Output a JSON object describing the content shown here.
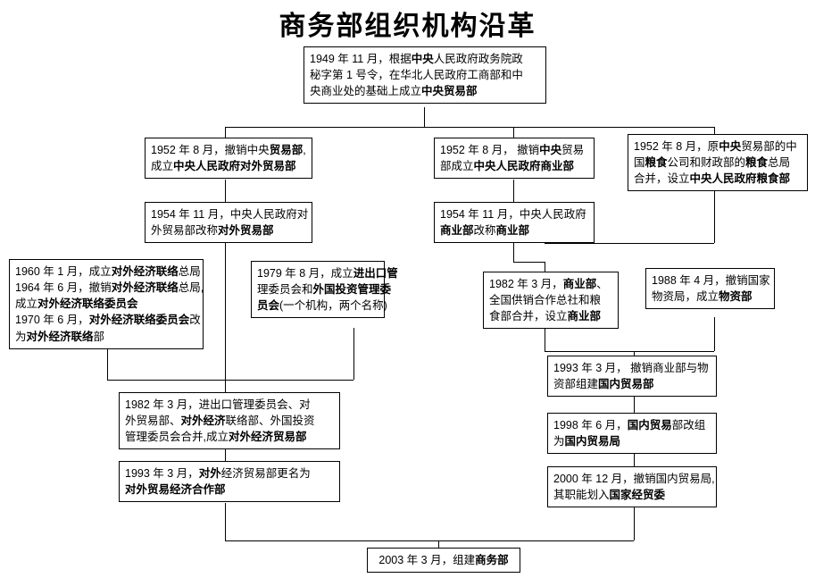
{
  "title": "商务部组织机构沿革",
  "nodes": {
    "n1949": {
      "lines": [
        "1949 年 11 月，根据中央人民政府政务院政",
        "秘字第 1 号令，在华北人民政府工商部和中",
        "央商业处的基础上成立中央贸易部"
      ],
      "bold_terms": [
        "中央贸易部"
      ]
    },
    "n1952_foreign": {
      "lines": [
        "1952 年 8 月，撤销中央贸易部,",
        "成立中央人民政府对外贸易部"
      ],
      "bold_terms": [
        "中央人民政府对外贸易部"
      ]
    },
    "n1954_foreign": {
      "lines": [
        "1954 年 11 月，中央人民政府对",
        "外贸易部改称对外贸易部"
      ],
      "bold_terms": [
        "对外贸易部"
      ]
    },
    "n1952_commerce": {
      "lines": [
        "1952 年 8 月， 撤销中央贸易",
        "部成立中央人民政府商业部"
      ],
      "bold_terms": [
        "中央人民政府商业部"
      ]
    },
    "n1954_commerce": {
      "lines": [
        "1954 年 11 月，中央人民政府",
        "商业部改称商业部"
      ],
      "bold_terms": [
        "商业部"
      ]
    },
    "n1952_grain": {
      "lines": [
        "1952 年 8 月，原中央贸易部的中",
        "国粮食公司和财政部的粮食总局",
        "合并，设立中央人民政府粮食部"
      ],
      "bold_terms": [
        "中央人民政府粮食部"
      ]
    },
    "n1960_liaison": {
      "lines": [
        "1960 年 1 月，成立对外经济联络总局",
        "1964 年 6 月，撤销对外经济联络总局,",
        "成立对外经济联络委员会",
        "1970 年 6 月，对外经济联络委员会改",
        "为对外经济联络部"
      ],
      "bold_terms": [
        "对外经济联络总局",
        "对外经济联络委员会",
        "对外经济联络部"
      ]
    },
    "n1979_import": {
      "lines": [
        "1979 年 8 月，成立进出口管",
        "理委员会和外国投资管理委",
        "员会(一个机构，两个名称)"
      ],
      "bold_terms": [
        "进出口管理委员会",
        "外国投资管理委员会"
      ]
    },
    "n1982_commerce": {
      "lines": [
        "1982 年 3 月，商业部、",
        "全国供销合作总社和粮",
        "食部合并，设立商业部"
      ],
      "bold_terms": [
        "商业部"
      ]
    },
    "n1988_material": {
      "lines": [
        "1988 年 4 月，撤销国家",
        "物资局，成立物资部"
      ],
      "bold_terms": [
        "物资部"
      ]
    },
    "n1982_foreign": {
      "lines": [
        "1982 年 3 月，进出口管理委员会、对",
        "外贸易部、对外经济联络部、外国投资",
        "管理委员会合并,成立对外经济贸易部"
      ],
      "bold_terms": [
        "对外经济贸易部"
      ]
    },
    "n1993_foreign": {
      "lines": [
        "1993 年 3 月，对外经济贸易部更名为",
        "对外贸易经济合作部"
      ],
      "bold_terms": [
        "对外贸易经济合作部"
      ]
    },
    "n1993_domestic": {
      "lines": [
        "1993 年 3 月， 撤销商业部与物",
        "资部组建国内贸易部"
      ],
      "bold_terms": [
        "国内贸易部"
      ]
    },
    "n1998_domestic": {
      "lines": [
        "1998 年 6 月，国内贸易部改组",
        "为国内贸易局"
      ],
      "bold_terms": [
        "国内贸易局"
      ]
    },
    "n2000_domestic": {
      "lines": [
        "2000 年 12 月，撤销国内贸易局,",
        "其职能划入国家经贸委"
      ],
      "bold_terms": [
        "国家经贸委"
      ]
    },
    "n2003_mofcom": {
      "lines": [
        "2003 年 3 月，组建商务部"
      ],
      "bold_terms": [
        "商务部"
      ]
    }
  },
  "colors": {
    "line": "#000000",
    "box_border": "#000000",
    "background": "#ffffff",
    "text": "#000000"
  }
}
